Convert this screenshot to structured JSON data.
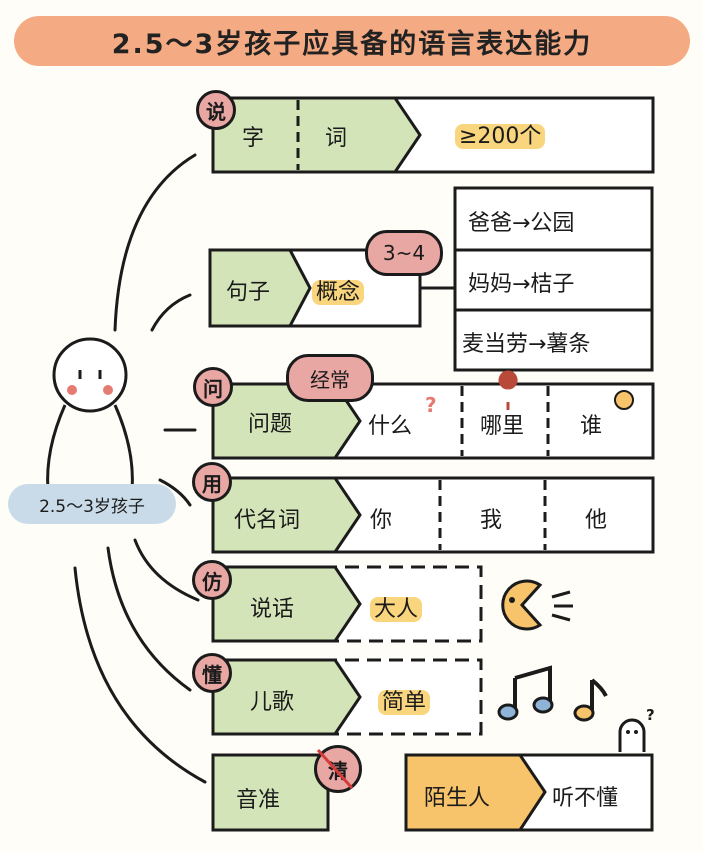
{
  "title": "2.5～3岁孩子应具备的语言表达能力",
  "child_label": "2.5～3岁孩子",
  "speak": {
    "badge": "说",
    "zi": "字",
    "ci": "词",
    "count": "≥200个",
    "sentence": "句子",
    "concept": "概念",
    "concept_count": "3~4",
    "examples": [
      "爸爸→公园",
      "妈妈→桔子",
      "麦当劳→薯条"
    ]
  },
  "ask": {
    "badge": "问",
    "freq": "经常",
    "label": "问题",
    "items": [
      "什么",
      "哪里",
      "谁"
    ]
  },
  "use": {
    "badge": "用",
    "label": "代名词",
    "items": [
      "你",
      "我",
      "他"
    ]
  },
  "imitate": {
    "badge": "仿",
    "label": "说话",
    "target": "大人"
  },
  "understand": {
    "badge": "懂",
    "label": "儿歌",
    "target": "简单"
  },
  "pronunciation": {
    "label": "音准",
    "crossed": "清",
    "stranger": "陌生人",
    "result": "听不懂"
  },
  "colors": {
    "title_bg": "#f4ab83",
    "green": "#d3e5b8",
    "pink": "#e9a7a4",
    "yellow": "#f9d57d",
    "orange": "#f7c46b",
    "blue": "#c9dbe8"
  }
}
